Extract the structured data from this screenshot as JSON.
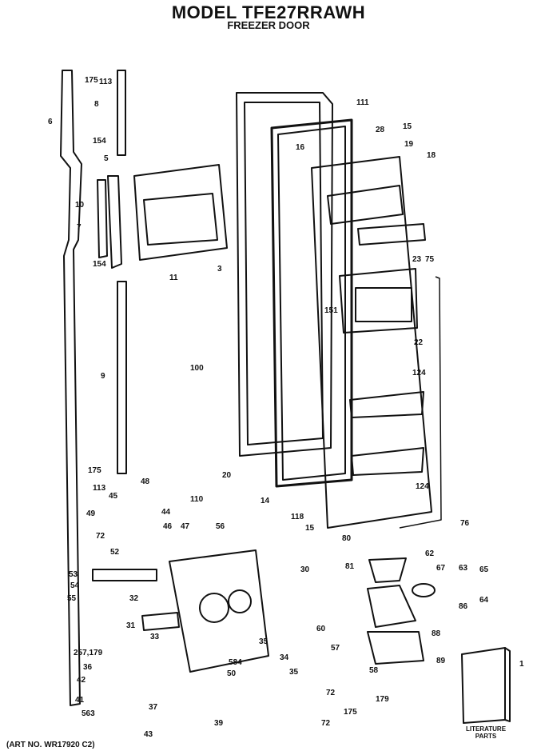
{
  "header": {
    "model": "MODEL TFE27RRAWH",
    "section": "FREEZER DOOR"
  },
  "footer": {
    "art_no": "(ART NO. WR17920 C2)",
    "literature_line1": "LITERATURE",
    "literature_line2": "PARTS"
  },
  "part_labels": [
    "175",
    "113",
    "8",
    "6",
    "154",
    "5",
    "10",
    "7",
    "154",
    "11",
    "3",
    "100",
    "111",
    "28",
    "15",
    "16",
    "19",
    "18",
    "23",
    "75",
    "151",
    "22",
    "124",
    "124",
    "9",
    "175",
    "113",
    "48",
    "20",
    "14",
    "45",
    "44",
    "110",
    "49",
    "118",
    "46",
    "47",
    "72",
    "52",
    "56",
    "15",
    "80",
    "76",
    "53",
    "54",
    "55",
    "32",
    "31",
    "30",
    "81",
    "62",
    "67",
    "63",
    "65",
    "86",
    "64",
    "33",
    "60",
    "88",
    "35",
    "257,179",
    "584",
    "34",
    "35",
    "36",
    "50",
    "57",
    "58",
    "89",
    "1",
    "42",
    "41",
    "563",
    "37",
    "39",
    "72",
    "175",
    "179",
    "72",
    "43"
  ]
}
